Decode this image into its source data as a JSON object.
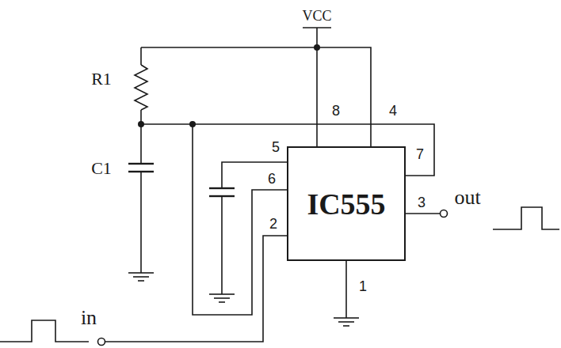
{
  "diagram": {
    "nodes": [
      {
        "text": [
          "IC555"
        ]
      }
    ],
    "labels": [
      "VCC",
      "R1",
      "C1",
      "8",
      "4",
      "7",
      "5",
      "6",
      "2",
      "3",
      "out",
      "1",
      "in"
    ]
  }
}
